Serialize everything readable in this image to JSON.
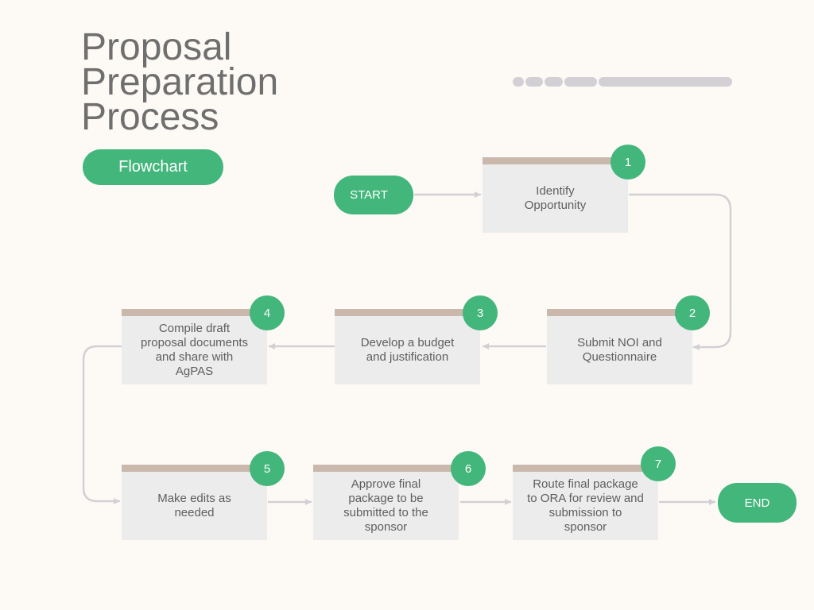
{
  "title": {
    "line1": "Proposal",
    "line2": "Preparation",
    "line3": "Process"
  },
  "subtitle": "Flowchart",
  "start_label": "START",
  "end_label": "END",
  "steps": [
    {
      "number": "1",
      "text": "Identify\nOpportunity"
    },
    {
      "number": "2",
      "text": "Submit NOI and\nQuestionnaire"
    },
    {
      "number": "3",
      "text": "Develop a budget\nand justification"
    },
    {
      "number": "4",
      "text": "Compile draft\nproposal  documents\nand share with\nAgPAS"
    },
    {
      "number": "5",
      "text": "Make edits as\nneeded"
    },
    {
      "number": "6",
      "text": "Approve final\npackage to be\nsubmitted to the\nsponsor"
    },
    {
      "number": "7",
      "text": "Route final package\nto ORA for review and\nsubmission to\nsponsor"
    }
  ],
  "colors": {
    "accent": "#43b67b",
    "background": "#fdfaf6",
    "step_fill": "#ececec",
    "step_header": "#c9b8ab",
    "connector": "#d2d0d4",
    "title_text": "#6f6f6f"
  }
}
